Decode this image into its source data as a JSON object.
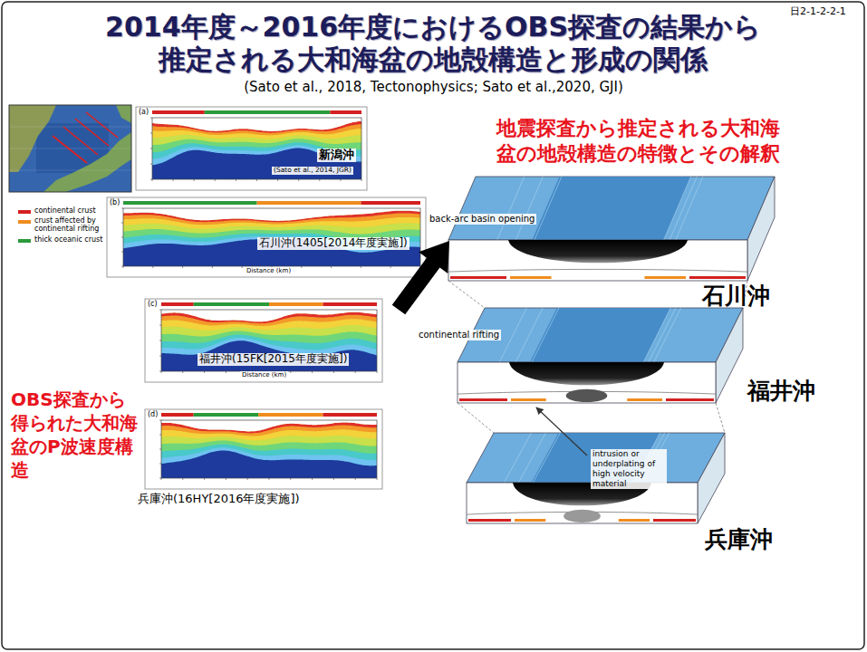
{
  "diagram": {
    "title": "2014年度～2016年度におけるOBS探査の結果から推定される大和海盆の地殻構造と形成の関係",
    "nodes": [
      {
        "text": [
          "(a)",
          "新潟沖",
          "(Sato et al., 2014, JGR)"
        ]
      },
      {
        "text": [
          "(b)",
          "石川沖(1405[2014年度実施])"
        ]
      },
      {
        "text": [
          "(c)",
          "福井沖(15FK[2015年度実施])"
        ]
      },
      {
        "text": [
          "(d)",
          "兵庫沖(16HY[2016年度実施])"
        ]
      },
      {
        "text": [
          "石川沖"
        ]
      },
      {
        "text": [
          "福井沖"
        ]
      },
      {
        "text": [
          "兵庫沖"
        ]
      }
    ],
    "labels": [
      "日2-1-2-2-1",
      "(Sato et al., 2018, Tectonophysics; Sato et al.,2020, GJI)",
      "地震探査から推定される大和海盆の地殻構造の特徴とその解釈",
      "OBS探査から得られた大和海盆のP波速度構造",
      "back-arc basin opening",
      "continental rifting",
      "intrusion or underplating of high velocity material",
      "Distance (km)",
      "Distance (km)"
    ],
    "legend": [
      {
        "text": "continental crust",
        "color": "#d42020"
      },
      {
        "text": "crust affected by continental rifting",
        "color": "#f08c1e"
      },
      {
        "text": "thick oceanic crust",
        "color": "#2a9a3a"
      }
    ]
  }
}
